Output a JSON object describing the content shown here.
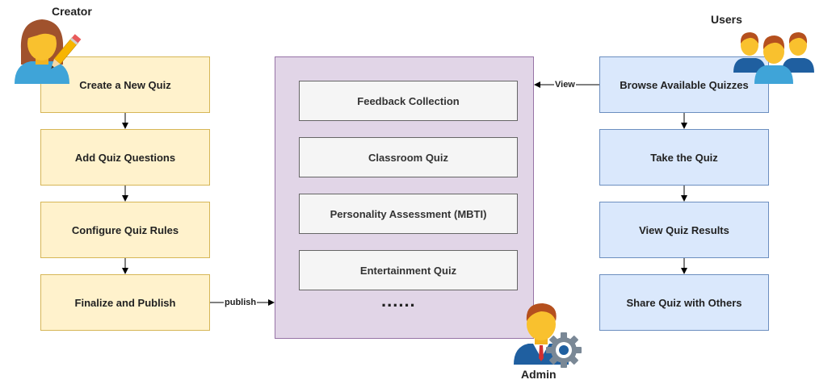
{
  "creator": {
    "label": "Creator",
    "steps": [
      "Create a New Quiz",
      "Add Quiz Questions",
      "Configure Quiz Rules",
      "Finalize and Publish"
    ]
  },
  "platform": {
    "quizzes": [
      "Feedback Collection",
      "Classroom Quiz",
      "Personality Assessment (MBTI)",
      "Entertainment Quiz"
    ],
    "ellipsis": "......"
  },
  "admin": {
    "label": "Admin"
  },
  "users": {
    "label": "Users",
    "steps": [
      "Browse Available Quizzes",
      "Take the Quiz",
      "View Quiz Results",
      "Share Quiz with Others"
    ]
  },
  "edges": {
    "publish": "publish",
    "view": "View"
  },
  "icons": {
    "creator": "creator-person-pencil-icon",
    "users": "users-group-icon",
    "admin": "admin-person-gear-icon"
  }
}
